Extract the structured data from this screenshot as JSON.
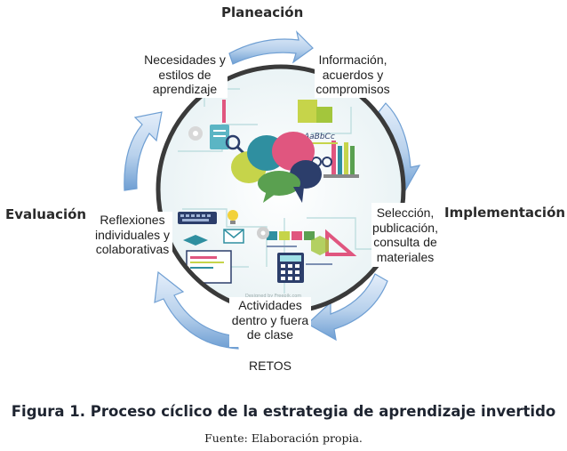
{
  "phases": {
    "planeacion": "Planeación",
    "implementacion": "Implementación",
    "evaluacion": "Evaluación"
  },
  "steps": {
    "necesidades": [
      "Necesidades y",
      "estilos de",
      "aprendizaje"
    ],
    "informacion": [
      "Información,",
      "acuerdos y",
      "compromisos"
    ],
    "seleccion": [
      "Selección,",
      "publicación,",
      "consulta  de",
      "materiales"
    ],
    "actividades": [
      "Actividades",
      "dentro y fuera",
      "de clase"
    ],
    "retos": "RETOS",
    "reflexiones": [
      "Reflexiones",
      "individuales y",
      "colaborativas"
    ]
  },
  "center_image_text": {
    "font_sample": "AaBbCc",
    "watermark": "Designed by Freepik.com"
  },
  "caption": "Figura 1. Proceso cíclico de la estrategia de aprendizaje invertido",
  "source": "Fuente: Elaboración propia.",
  "colors": {
    "arrow_light": "#cfe0f2",
    "arrow_dark": "#6f9fd3",
    "ring": "#3a3a3a",
    "brain_yellow": "#c6d44a",
    "brain_teal": "#2f8fa0",
    "brain_pink": "#e0567f",
    "brain_green": "#5aa050",
    "brain_navy": "#2c3e6b"
  }
}
